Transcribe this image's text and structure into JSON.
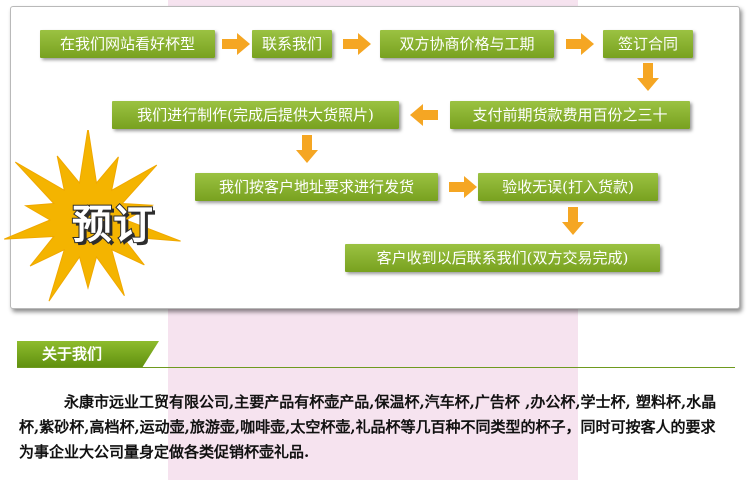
{
  "flow": {
    "badge": "预订",
    "steps": [
      "在我们网站看好杯型",
      "联系我们",
      "双方协商价格与工期",
      "签订合同",
      "支付前期货款费用百份之三十",
      "我们进行制作(完成后提供大货照片)",
      "我们按客户地址要求进行发货",
      "验收无误(打入货款)",
      "客户收到以后联系我们(双方交易完成)"
    ]
  },
  "about": {
    "title": "关于我们",
    "body": "永康市远业工贸有限公司,主要产品有杯壶产品,保温杯,汽车杯,广告杯 ,办公杯,学士杯, 塑料杯,水晶杯,紫砂杯,高档杯,运动壶,旅游壶,咖啡壶,太空杯壶,礼品杯等几百种不同类型的杯子，同时可按客人的要求为事企业大公司量身定做各类促销杯壶礼品."
  },
  "colors": {
    "step_green": "#86af2c",
    "arrow_orange": "#f5a623",
    "burst_yellow": "#f4b400",
    "background_pink": "#f6e3ef"
  }
}
